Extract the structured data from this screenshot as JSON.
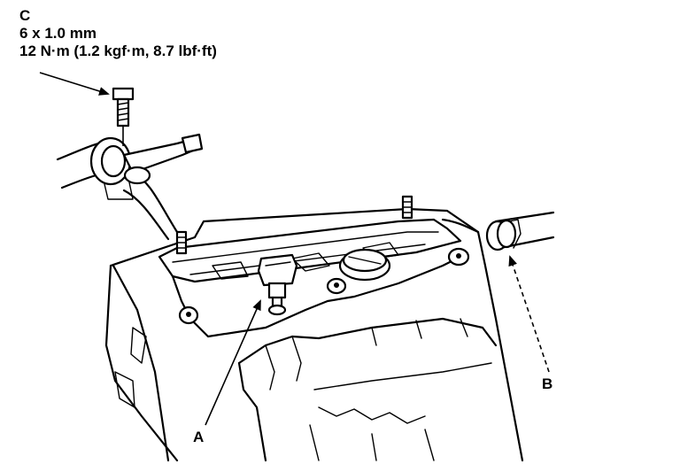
{
  "spec": {
    "letter": "C",
    "size": "6 x 1.0 mm",
    "torque": "12 N·m (1.2 kgf·m, 8.7 lbf·ft)"
  },
  "callouts": {
    "a": "A",
    "b": "B"
  }
}
